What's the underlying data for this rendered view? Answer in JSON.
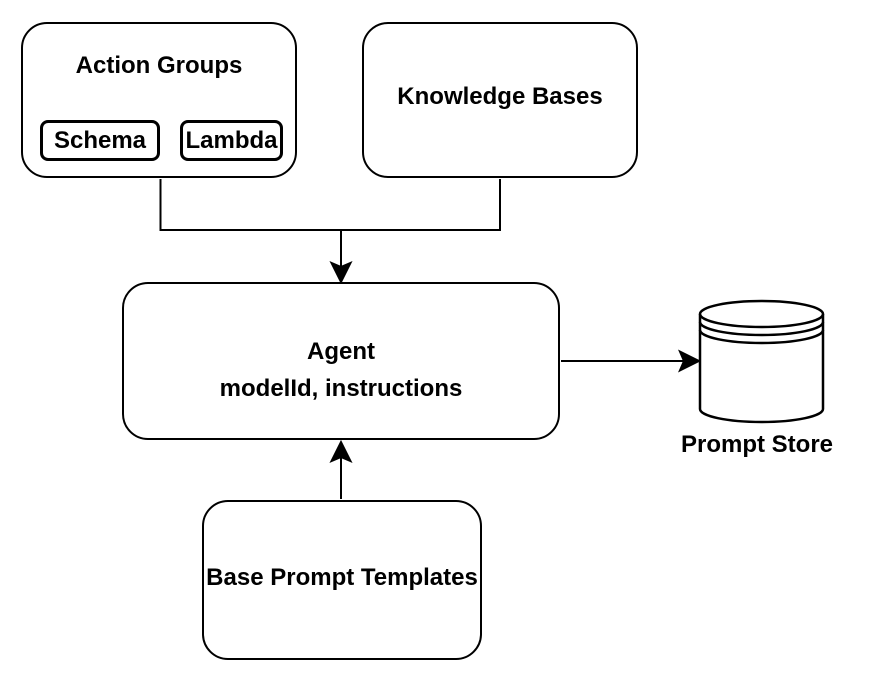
{
  "diagram": {
    "background_color": "#ffffff",
    "stroke_color": "#000000",
    "text_color": "#000000",
    "nodes": {
      "action_groups": {
        "title": "Action Groups",
        "items": [
          {
            "label": "Schema"
          },
          {
            "label": "Lambda"
          }
        ]
      },
      "knowledge_bases": {
        "title": "Knowledge Bases"
      },
      "agent": {
        "title": "Agent",
        "subtitle": "modelId, instructions"
      },
      "base_prompt_templates": {
        "title": "Base Prompt Templates"
      },
      "prompt_store": {
        "label": "Prompt Store",
        "shape": "database-cylinder"
      }
    },
    "edges": [
      {
        "from": "action_groups",
        "to": "agent",
        "arrow": "into-agent-top"
      },
      {
        "from": "knowledge_bases",
        "to": "agent",
        "arrow": "into-agent-top"
      },
      {
        "from": "agent",
        "to": "prompt_store",
        "arrow": "into-prompt-store-left"
      },
      {
        "from": "base_prompt_templates",
        "to": "agent",
        "arrow": "into-agent-bottom"
      }
    ]
  }
}
